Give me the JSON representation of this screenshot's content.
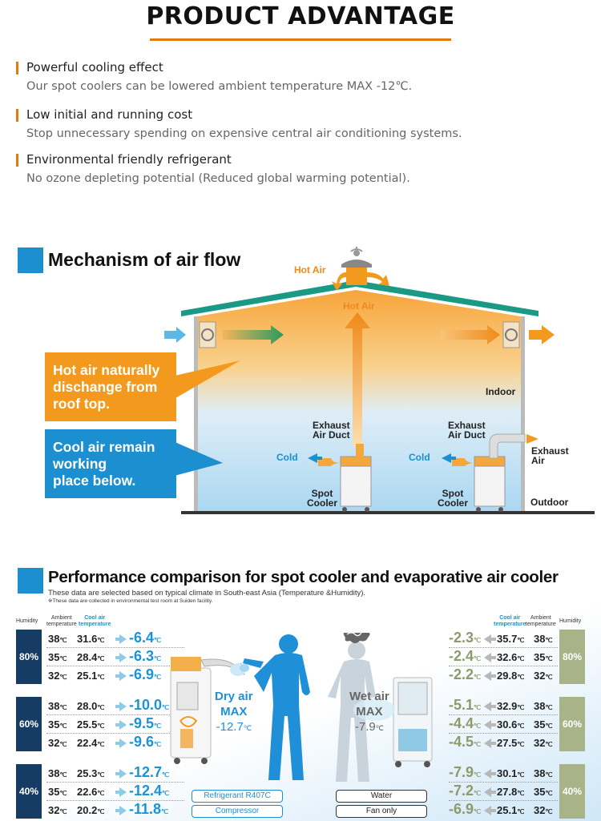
{
  "header": {
    "title": "PRODUCT ADVANTAGE"
  },
  "advantages": [
    {
      "title": "Powerful cooling effect",
      "desc": "Our spot coolers can be lowered ambient temperature MAX -12℃."
    },
    {
      "title": "Low initial and running cost",
      "desc": "Stop unnecessary spending on expensive central air conditioning systems."
    },
    {
      "title": "Environmental friendly refrigerant",
      "desc": "No ozone depleting potential (Reduced global warming potential)."
    }
  ],
  "airflow": {
    "title": "Mechanism of air flow",
    "hot_air_top": "Hot Air",
    "hot_air_mid": "Hot Air",
    "indoor": "Indoor",
    "outdoor": "Outdoor",
    "exhaust_duct": [
      "Exhaust",
      "Air Duct"
    ],
    "exhaust_air": [
      "Exhaust",
      "Air"
    ],
    "cold": "Cold",
    "spot_cooler": [
      "Spot",
      "Cooler"
    ],
    "callout_hot": [
      "Hot air naturally",
      "dischange from",
      "roof top."
    ],
    "callout_cool": [
      "Cool air remain",
      "working",
      "place below."
    ],
    "colors": {
      "hot": "#f39a1e",
      "cool": "#1b8fd0",
      "roof": "#1a9a84",
      "arrow_green": "#2a9a5c"
    }
  },
  "performance": {
    "title": "Performance comparison for spot cooler and evaporative air cooler",
    "subtitle": "These data are selected based on typical climate in South-east Asia (Temperature &Humidity).",
    "note": "※These data are collected in environmental test room at Suiden facility.",
    "col_humidity": "Humidity",
    "col_ambient": [
      "Ambient",
      "temperature"
    ],
    "col_cool": [
      "Cool air",
      "temperature"
    ],
    "unit": "℃",
    "groups": [
      {
        "humidity": "80%",
        "rows": [
          {
            "ambient": "38",
            "spot_cool": "31.6",
            "spot_delta": "-6.4",
            "evap_cool": "35.7",
            "evap_delta": "-2.3"
          },
          {
            "ambient": "35",
            "spot_cool": "28.4",
            "spot_delta": "-6.3",
            "evap_cool": "32.6",
            "evap_delta": "-2.4"
          },
          {
            "ambient": "32",
            "spot_cool": "25.1",
            "spot_delta": "-6.9",
            "evap_cool": "29.8",
            "evap_delta": "-2.2"
          }
        ]
      },
      {
        "humidity": "60%",
        "rows": [
          {
            "ambient": "38",
            "spot_cool": "28.0",
            "spot_delta": "-10.0",
            "evap_cool": "32.9",
            "evap_delta": "-5.1"
          },
          {
            "ambient": "35",
            "spot_cool": "25.5",
            "spot_delta": "-9.5",
            "evap_cool": "30.6",
            "evap_delta": "-4.4"
          },
          {
            "ambient": "32",
            "spot_cool": "22.4",
            "spot_delta": "-9.6",
            "evap_cool": "27.5",
            "evap_delta": "-4.5"
          }
        ]
      },
      {
        "humidity": "40%",
        "rows": [
          {
            "ambient": "38",
            "spot_cool": "25.3",
            "spot_delta": "-12.7",
            "evap_cool": "30.1",
            "evap_delta": "-7.9"
          },
          {
            "ambient": "35",
            "spot_cool": "22.6",
            "spot_delta": "-12.4",
            "evap_cool": "27.8",
            "evap_delta": "-7.2"
          },
          {
            "ambient": "32",
            "spot_cool": "20.2",
            "spot_delta": "-11.8",
            "evap_cool": "25.1",
            "evap_delta": "-6.9"
          }
        ]
      }
    ],
    "dry_air": {
      "label": "Dry air",
      "max": "MAX",
      "value": "-12.7"
    },
    "wet_air": {
      "label": "Wet air",
      "max": "MAX",
      "value": "-7.9"
    },
    "spot_pills": [
      "Refrigerant R407C",
      "Compressor"
    ],
    "evap_pills": [
      "Water",
      "Fan only"
    ],
    "colors": {
      "spot_box": "#173c63",
      "evap_box": "#a8b487",
      "spot_delta": "#1b94d3",
      "evap_delta": "#8d9a6c",
      "person_blue": "#1f8fd8"
    }
  }
}
